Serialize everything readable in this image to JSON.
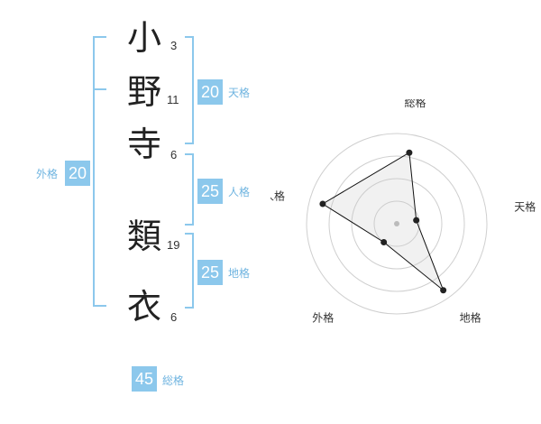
{
  "name_chars": [
    {
      "char": "小",
      "strokes": "3"
    },
    {
      "char": "野",
      "strokes": "11"
    },
    {
      "char": "寺",
      "strokes": "6"
    },
    {
      "char": "類",
      "strokes": "19"
    },
    {
      "char": "衣",
      "strokes": "6"
    }
  ],
  "scores": {
    "tenkaku": {
      "value": "20",
      "label": "天格"
    },
    "jinkaku": {
      "value": "25",
      "label": "人格"
    },
    "chikaku": {
      "value": "25",
      "label": "地格"
    },
    "gaikaku": {
      "value": "20",
      "label": "外格"
    },
    "soukaku": {
      "value": "45",
      "label": "総格"
    }
  },
  "colors": {
    "accent": "#8cc8ec",
    "label": "#6fb4e0"
  },
  "chart_data": {
    "type": "radar",
    "axes": [
      "総格",
      "天格",
      "地格",
      "外格",
      "人格"
    ],
    "values": [
      0.8,
      0.22,
      0.9,
      0.25,
      0.85
    ],
    "range": [
      0,
      1
    ],
    "rings": 4,
    "grid": true
  }
}
